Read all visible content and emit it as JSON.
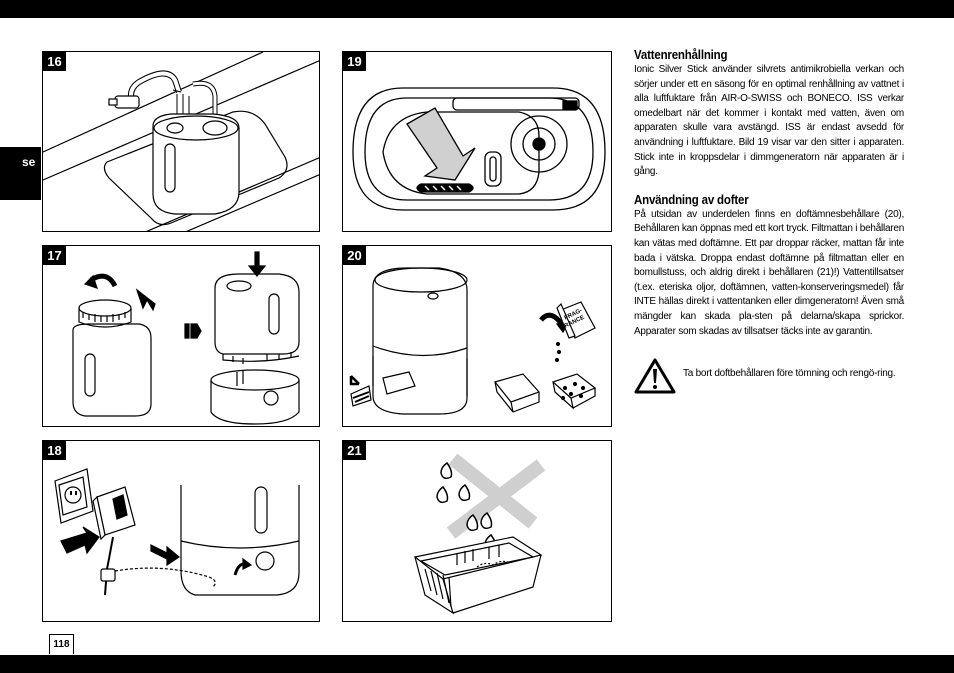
{
  "page": {
    "language_tab": "se",
    "page_number": "118"
  },
  "figures": [
    {
      "number": "16"
    },
    {
      "number": "19"
    },
    {
      "number": "17"
    },
    {
      "number": "20",
      "fragrance_label_1": "FRAG-",
      "fragrance_label_2": "RANCE"
    },
    {
      "number": "18"
    },
    {
      "number": "21"
    }
  ],
  "sections": [
    {
      "heading": "Vattenrenhållning",
      "body": "Ionic Silver Stick använder silvrets antimikrobiella verkan och sörjer under ett en säsong för en optimal renhållning av vattnet i alla luftfuktare från AIR-O-SWISS och BONECO. ISS verkar omedelbart när det kommer i kontakt med vatten, även om apparaten skulle vara avstängd. ISS är endast avsedd för användning i luftfuktare. Bild 19 visar var den sitter i apparaten. Stick inte in kroppsdelar i dimmgeneratorn när apparaten är i gång."
    },
    {
      "heading": "Användning av dofter",
      "body": "På utsidan av underdelen finns en doftämnesbehållare (20), Behållaren kan öppnas med ett kort tryck. Filtmattan i behållaren kan vätas med doftämne. Ett par droppar räcker, mattan får inte bada i vätska. Droppa endast doftämne på filtmattan eller en bomullstuss, och aldrig direkt i behållaren (21)!) Vattentillsatser (t.ex. eteriska oljor, doftämnen, vatten-konserveringsmedel) får INTE hällas direkt i vattentanken eller dimgeneratorn! Även små mängder kan skada pla-sten på delarna/skapa sprickor. Apparater som skadas av tillsatser täcks inte av garantin."
    }
  ],
  "warning": {
    "icon": "warning-triangle-icon",
    "text": "Ta bort doftbehållaren före tömning och rengö-ring."
  },
  "colors": {
    "bars": "#000000",
    "figure_badge": "#000000",
    "background": "#ffffff"
  }
}
